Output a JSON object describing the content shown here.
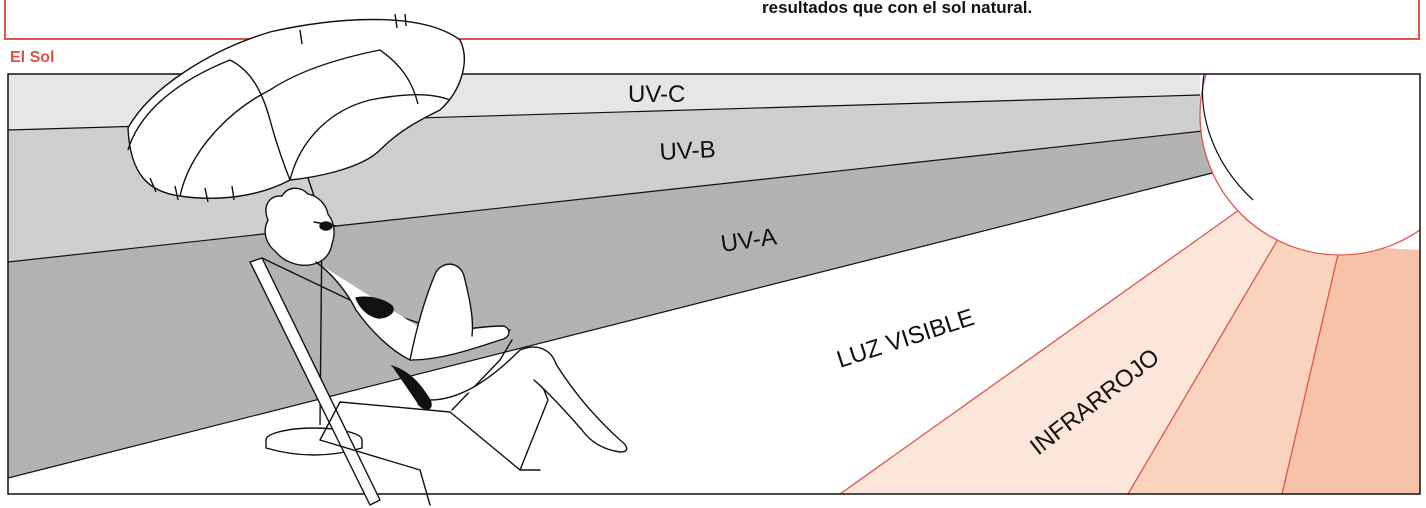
{
  "header": {
    "text": "resultados que con el sol natural."
  },
  "section_title": "El Sol",
  "bands": {
    "uvc": "UV-C",
    "uvb": "UV-B",
    "uva": "UV-A",
    "visible": "LUZ VISIBLE",
    "infrared": "INFRARROJO"
  },
  "colors": {
    "accent": "#e0503f",
    "uvc": "#e6e6e6",
    "uvb": "#cfcfcf",
    "uva": "#b3b3b3",
    "infrared_1": "#fce6da",
    "infrared_2": "#f9d3bd",
    "infrared_3": "#f6c2a8"
  }
}
